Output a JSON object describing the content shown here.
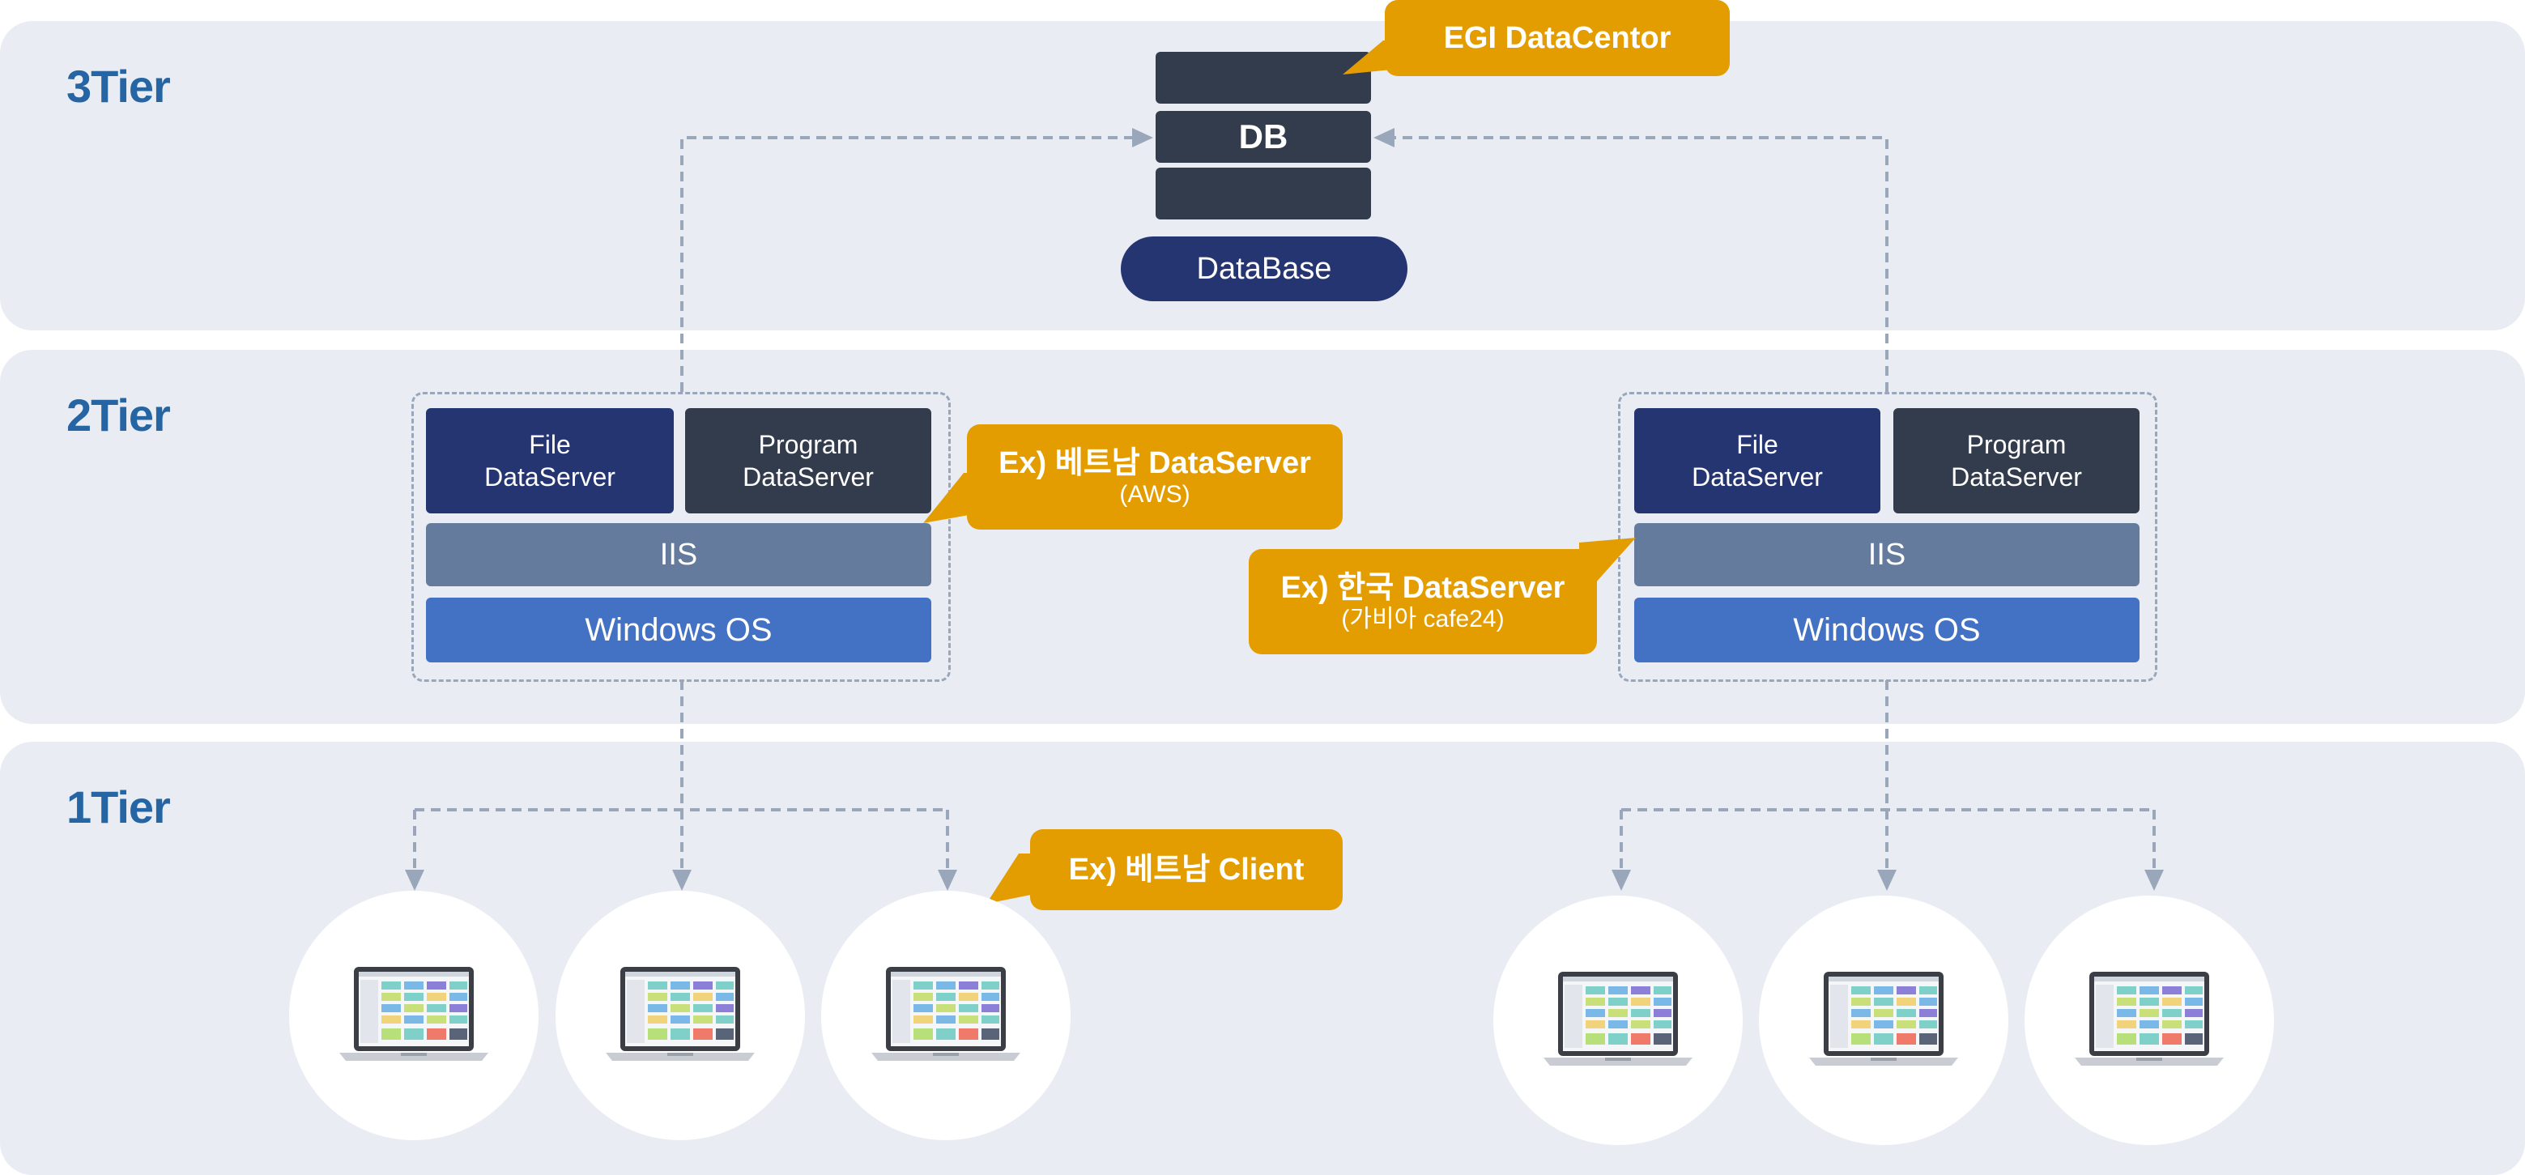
{
  "tiers": {
    "tier3": "3Tier",
    "tier2": "2Tier",
    "tier1": "1Tier"
  },
  "database": {
    "slab_label": "DB",
    "pill_label": "DataBase",
    "callout": "EGI DataCentor"
  },
  "left_server": {
    "file_label": "File\nDataServer",
    "program_label": "Program\nDataServer",
    "iis_label": "IIS",
    "os_label": "Windows OS",
    "callout_main": "Ex) 베트남 DataServer",
    "callout_sub": "(AWS)"
  },
  "right_server": {
    "file_label": "File\nDataServer",
    "program_label": "Program\nDataServer",
    "iis_label": "IIS",
    "os_label": "Windows OS",
    "callout_main": "Ex) 한국 DataServer",
    "callout_sub": "(가비아 cafe24)"
  },
  "clients": {
    "callout": "Ex) 베트남 Client",
    "left_count": 3,
    "right_count": 3,
    "icon": "laptop-icon"
  },
  "colors": {
    "band": "#e9edf3",
    "tier_text": "#2565a4",
    "navy": "#243572",
    "slate": "#323c4c",
    "iis": "#657b9d",
    "windows": "#4372c4",
    "callout": "#e39d00",
    "connector": "#9aa7ba"
  }
}
